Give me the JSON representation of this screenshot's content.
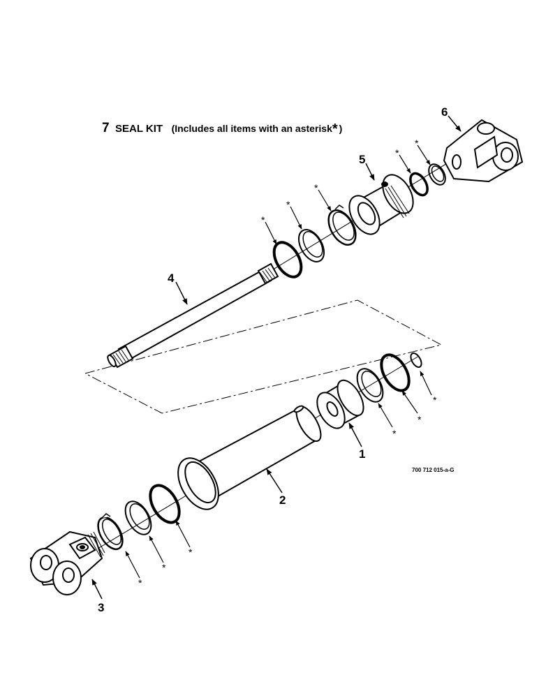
{
  "title": {
    "number": "7",
    "name": "SEAL KIT",
    "description": "(Includes all items with an asterisk",
    "asterisk": "*",
    "close": ")"
  },
  "callouts": {
    "c1": "1",
    "c2": "2",
    "c3": "3",
    "c4": "4",
    "c5": "5",
    "c6": "6"
  },
  "asterisk_mark": "*",
  "reference_code": "700 712 015-a-G"
}
